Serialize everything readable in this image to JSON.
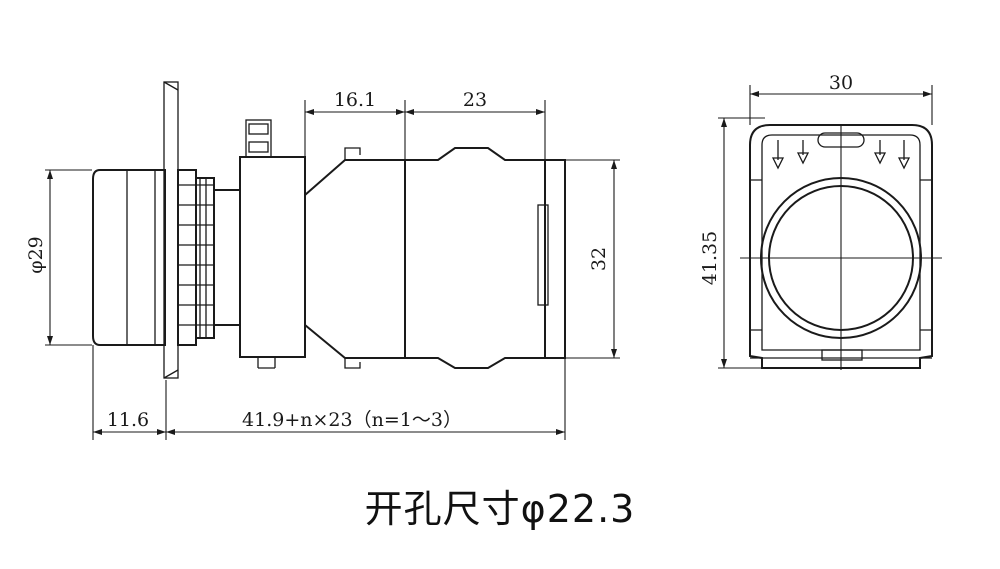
{
  "dimensions": {
    "hole_diameter_label": "φ29",
    "front_length_label": "11.6",
    "body_length_label": "41.9+n×23（n=1～3）",
    "block_a_label": "16.1",
    "block_b_label": "23",
    "height_label": "32",
    "width_label": "30",
    "total_height_label": "41.35"
  },
  "caption": "开孔尺寸φ22.3",
  "colors": {
    "line": "#1a1a1a",
    "background": "#ffffff"
  }
}
